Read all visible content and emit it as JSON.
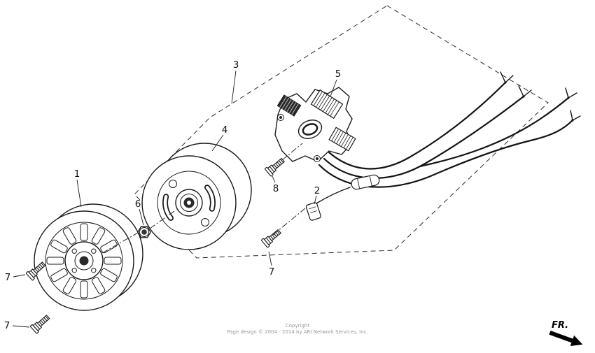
{
  "page": {
    "background_color": "#ffffff",
    "line_color": "#1a1a1a"
  },
  "callouts": {
    "c1": "1",
    "c2": "2",
    "c3": "3",
    "c4": "4",
    "c5": "5",
    "c6": "6",
    "c7": "7",
    "c8": "8"
  },
  "direction_indicator": {
    "label": "FR."
  },
  "footer": {
    "copyright_line1": "Copyright",
    "copyright_line2": "Page design © 2004 - 2014 by ARI Network Services, Inc."
  }
}
